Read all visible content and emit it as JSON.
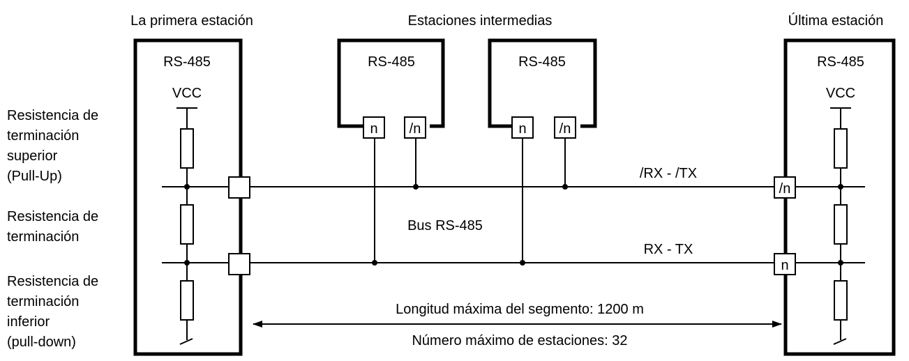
{
  "headers": {
    "first": "La primera estación",
    "intermediate": "Estaciones intermedias",
    "last": "Última estación"
  },
  "stations": {
    "first_label": "RS-485",
    "first_vcc": "VCC",
    "mid1_label": "RS-485",
    "mid2_label": "RS-485",
    "last_label": "RS-485",
    "last_vcc": "VCC"
  },
  "connectors": {
    "n": "n",
    "n_inv": "/n"
  },
  "side_labels": {
    "pullup": [
      "Resistencia de",
      "terminación",
      "superior",
      "(Pull-Up)"
    ],
    "term": [
      "Resistencia de",
      "terminación"
    ],
    "pulldown": [
      "Resistencia de",
      "terminación",
      "inferior",
      "(pull-down)"
    ]
  },
  "bus": {
    "name": "Bus RS-485",
    "line_top": "/RX - /TX",
    "line_bottom": "RX - TX",
    "max_length": "Longitud máxima del segmento: 1200 m",
    "max_stations": "Número máximo de estaciones: 32"
  }
}
